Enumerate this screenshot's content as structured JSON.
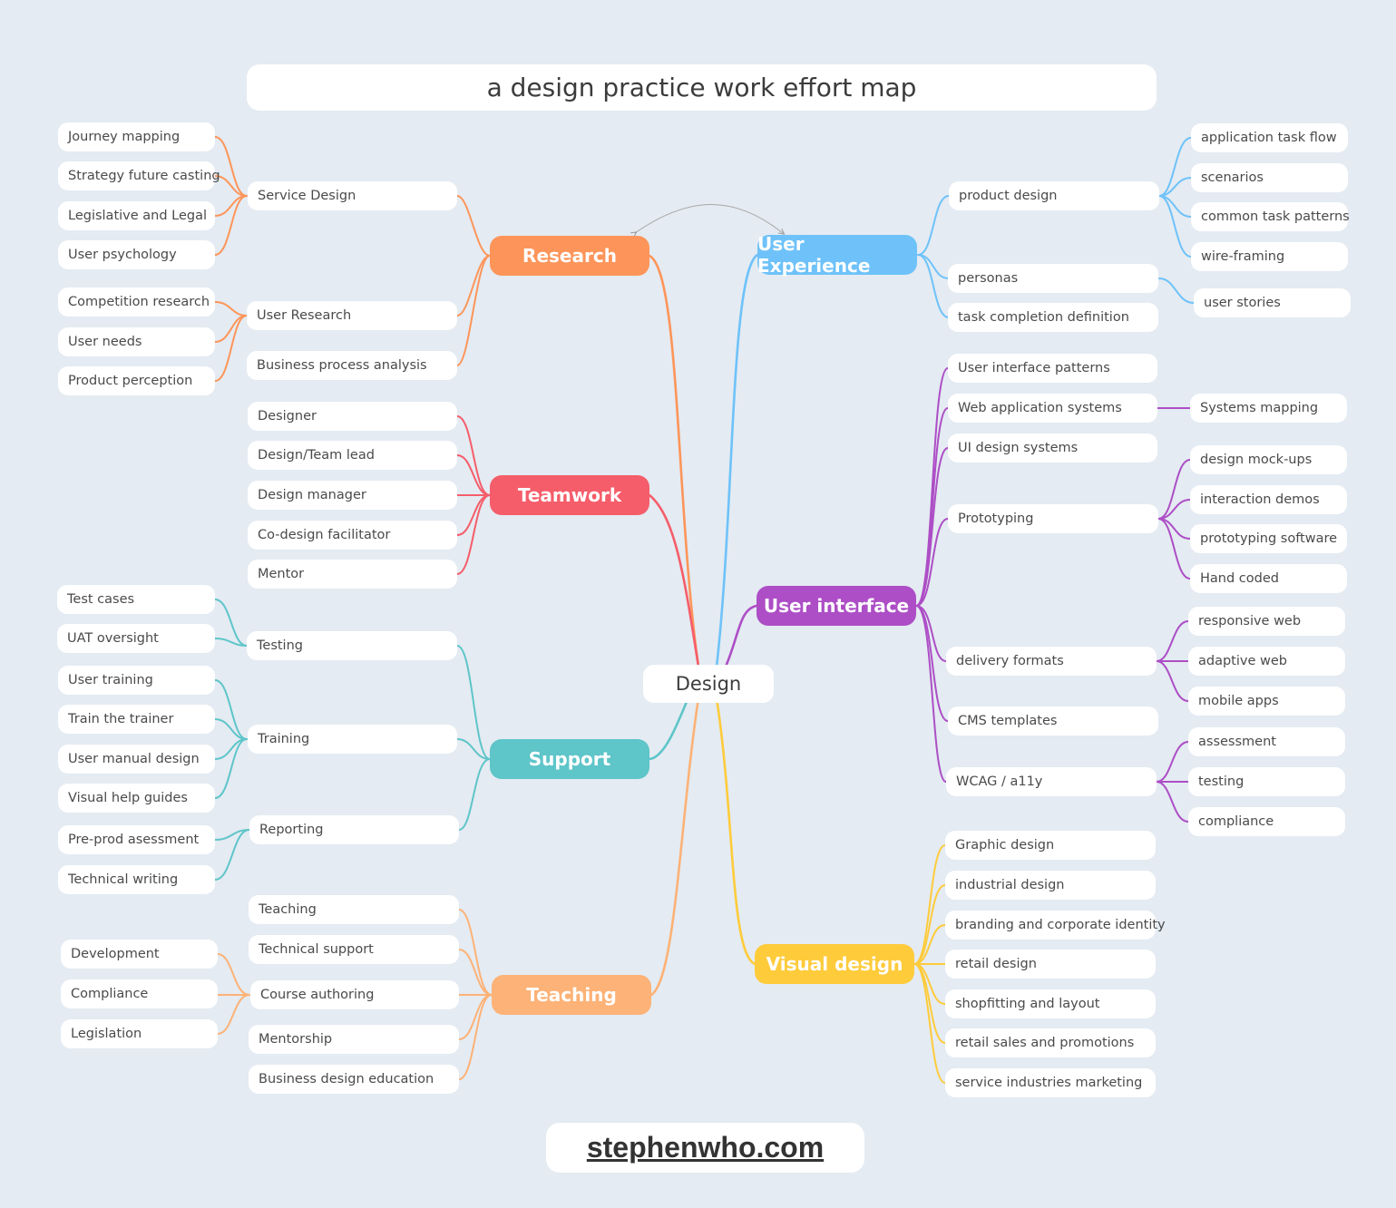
{
  "title": "a design practice work effort map",
  "center": "Design",
  "footer": "stephenwho.com",
  "branches": {
    "research": {
      "label": "Research",
      "color": "#fd955a"
    },
    "teamwork": {
      "label": "Teamwork",
      "color": "#f55d6a"
    },
    "support": {
      "label": "Support",
      "color": "#5ec5c9"
    },
    "teaching": {
      "label": "Teaching",
      "color": "#fdb277"
    },
    "user_experience": {
      "label": "User Experience",
      "color": "#6ec2f9"
    },
    "user_interface": {
      "label": "User interface",
      "color": "#ad4ec6"
    },
    "visual_design": {
      "label": "Visual design",
      "color": "#fecb3b"
    }
  },
  "research": {
    "service_design": {
      "label": "Service Design",
      "items": [
        "Journey mapping",
        "Strategy future casting",
        "Legislative and Legal",
        "User psychology"
      ]
    },
    "user_research": {
      "label": "User Research",
      "items": [
        "Competition research",
        "User needs",
        "Product perception"
      ]
    },
    "business_process": {
      "label": "Business process analysis"
    }
  },
  "teamwork": {
    "items": [
      "Designer",
      "Design/Team lead",
      "Design manager",
      "Co-design facilitator",
      "Mentor"
    ]
  },
  "support": {
    "testing": {
      "label": "Testing",
      "items": [
        "Test cases",
        "UAT oversight"
      ]
    },
    "training": {
      "label": "Training",
      "items": [
        "User training",
        "Train the trainer",
        "User manual design",
        "Visual help guides"
      ]
    },
    "reporting": {
      "label": "Reporting",
      "items": [
        "Pre-prod asessment",
        "Technical writing"
      ]
    }
  },
  "teaching": {
    "teaching": {
      "label": "Teaching"
    },
    "technical_support": {
      "label": "Technical support"
    },
    "course_authoring": {
      "label": "Course authoring",
      "items": [
        "Development",
        "Compliance",
        "Legislation"
      ]
    },
    "mentorship": {
      "label": "Mentorship"
    },
    "business_education": {
      "label": "Business design education"
    }
  },
  "user_experience": {
    "product_design": {
      "label": "product design",
      "items": [
        "application task flow",
        "scenarios",
        "common task patterns",
        "wire-framing"
      ]
    },
    "personas": {
      "label": "personas",
      "items": [
        "user stories"
      ]
    },
    "task_completion": {
      "label": "task completion definition"
    }
  },
  "user_interface": {
    "ui_patterns": {
      "label": "User interface patterns"
    },
    "web_app_systems": {
      "label": "Web application systems",
      "items": [
        "Systems mapping"
      ]
    },
    "ui_design_systems": {
      "label": "UI design systems"
    },
    "prototyping": {
      "label": "Prototyping",
      "items": [
        "design mock-ups",
        "interaction demos",
        "prototyping software",
        "Hand coded"
      ]
    },
    "delivery_formats": {
      "label": "delivery formats",
      "items": [
        "responsive web",
        "adaptive web",
        "mobile apps"
      ]
    },
    "cms_templates": {
      "label": "CMS templates"
    },
    "wcag": {
      "label": "WCAG / a11y",
      "items": [
        "assessment",
        "testing",
        "compliance"
      ]
    }
  },
  "visual_design": {
    "items": [
      "Graphic design",
      "industrial design",
      "branding and corporate identity",
      "retail design",
      "shopfitting and layout",
      "retail sales and promotions",
      "service industries marketing"
    ]
  }
}
